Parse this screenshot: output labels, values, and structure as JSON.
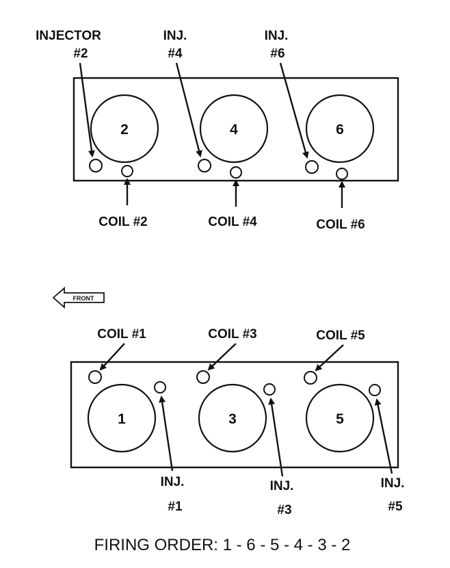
{
  "top_bank": {
    "cylinders": [
      "2",
      "4",
      "6"
    ],
    "injector_labels": [
      {
        "line1": "INJECTOR",
        "line2": "#2"
      },
      {
        "line1": "INJ.",
        "line2": "#4"
      },
      {
        "line1": "INJ.",
        "line2": "#6"
      }
    ],
    "coil_labels": [
      "COIL #2",
      "COIL #4",
      "COIL #6"
    ]
  },
  "front_marker": "FRONT",
  "bottom_bank": {
    "cylinders": [
      "1",
      "3",
      "5"
    ],
    "coil_labels": [
      "COIL #1",
      "COIL #3",
      "COIL #5"
    ],
    "injector_labels": [
      {
        "line1": "INJ.",
        "line2": "#1"
      },
      {
        "line1": "INJ.",
        "line2": "#3"
      },
      {
        "line1": "INJ.",
        "line2": "#5"
      }
    ]
  },
  "firing_order": "FIRING ORDER:  1 - 6 - 5 - 4 - 3 - 2",
  "colors": {
    "ink": "#111111",
    "background": "#ffffff"
  }
}
